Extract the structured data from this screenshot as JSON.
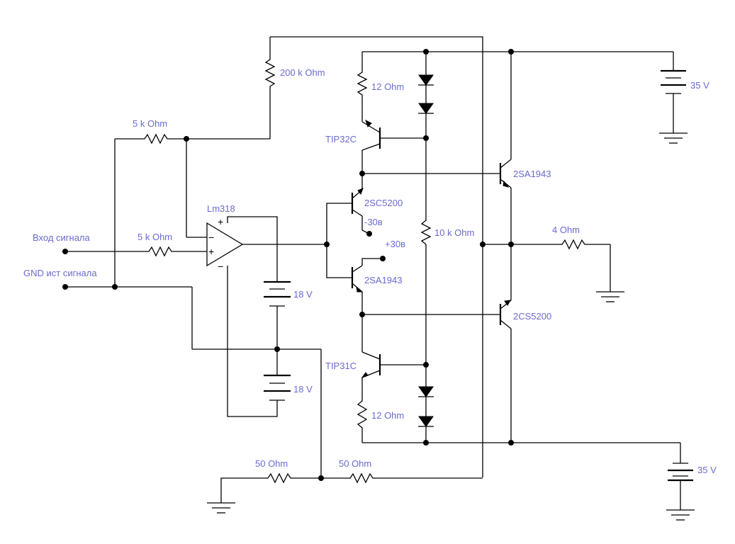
{
  "labels": {
    "r_feedback": "200 k Ohm",
    "r_5k_top": "5 k Ohm",
    "r_5k_in": "5 k Ohm",
    "r_12_top": "12  Ohm",
    "r_12_bot": "12  Ohm",
    "r_10k": "10 k Ohm",
    "r_load": "4  Ohm",
    "r_50_left": "50  Ohm",
    "r_50_right": "50  Ohm",
    "q_tip32c": "TIP32C",
    "q_tip31c": "TIP31C",
    "q_2sc5200": "2SC5200",
    "q_2sa1943_mid": "2SA1943",
    "q_2sa1943_out": "2SA1943",
    "q_2cs5200_out": "2CS5200",
    "opamp": "Lm318",
    "batt_18_top": "18 V",
    "batt_18_bot": "18 V",
    "batt_35_top": "35 V",
    "batt_35_bot": "35 V",
    "rail_neg": "-30в",
    "rail_pos": "+30в",
    "input_signal": "Вход сигнала",
    "input_gnd": "GND ист сигнала",
    "opamp_minus": "−",
    "opamp_plus": "+",
    "opamp_minus2": "−",
    "opamp_plus2": "+"
  },
  "colors": {
    "wire": "#000000",
    "label": "#6a6ad0"
  }
}
